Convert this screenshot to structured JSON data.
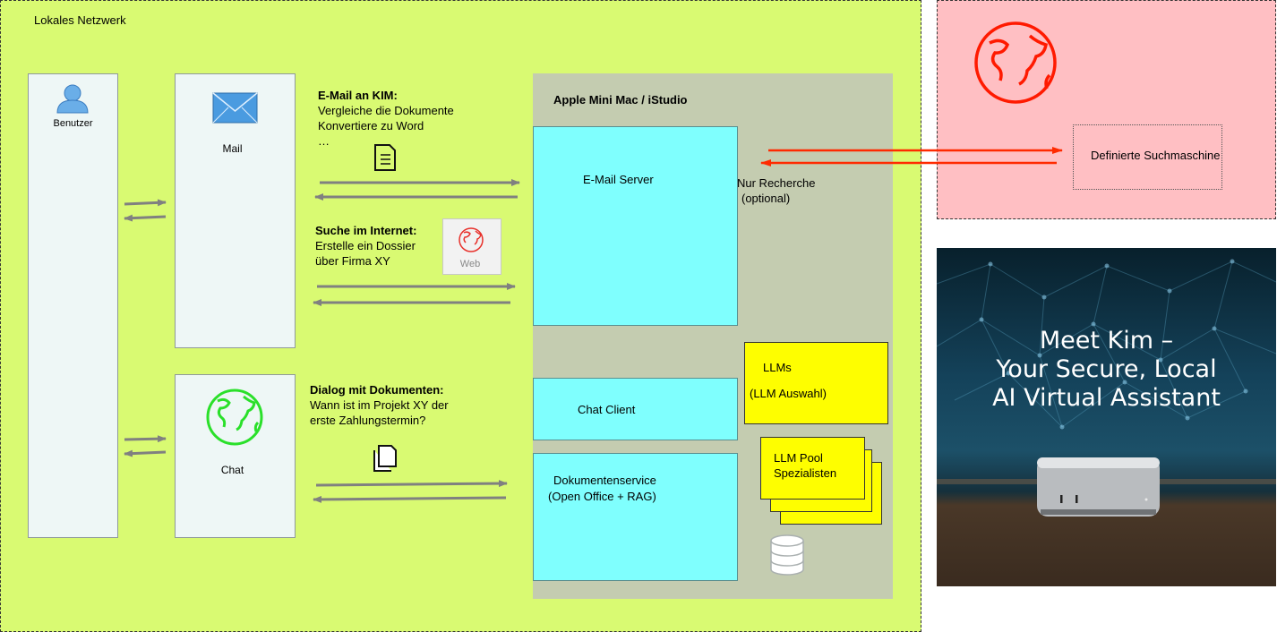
{
  "local_network": {
    "label": "Lokales Netzwerk"
  },
  "internet_zone": {
    "search_engine_label": "Definierte Suchmaschine"
  },
  "user": {
    "label": "Benutzer"
  },
  "mail_client": {
    "label": "Mail"
  },
  "chat_client_side": {
    "label": "Chat"
  },
  "web_badge": {
    "label": "Web"
  },
  "flows": {
    "email": {
      "heading": "E-Mail an KIM:",
      "lines": [
        "Vergleiche die Dokumente",
        "Konvertiere zu Word",
        "…"
      ]
    },
    "search": {
      "heading": "Suche im Internet:",
      "lines": [
        "Erstelle ein Dossier",
        "über Firma XY"
      ]
    },
    "dialog": {
      "heading": "Dialog mit Dokumenten:",
      "lines": [
        "Wann ist im Projekt XY der",
        "erste Zahlungstermin?"
      ]
    }
  },
  "server": {
    "title": "Apple Mini Mac / iStudio",
    "email_server": "E-Mail Server",
    "chat_client": "Chat Client",
    "doc_service": [
      "Dokumentenservice",
      "(Open Office + RAG)"
    ],
    "llms": [
      "LLMs",
      "(LLM Auswahl)"
    ],
    "llm_pool": [
      "LLM Pool",
      "Spezialisten"
    ],
    "research_note": [
      "Nur Recherche",
      "(optional)"
    ]
  },
  "promo": {
    "title_lines": [
      "Meet Kim –",
      "Your Secure, Local",
      "AI Virtual Assistant"
    ]
  },
  "colors": {
    "local_zone": "#d9fa72",
    "internet_zone": "#ffbfc3",
    "server": "#c4ccb0",
    "service_box": "#7ffffe",
    "llm_box": "#fefe00",
    "arrow_gray": "#808080",
    "arrow_red": "#ff2a00",
    "globe_red": "#ff1a00",
    "globe_green": "#22dd22",
    "mail_icon_blue": "#4a9be0"
  },
  "icons": [
    "user-icon",
    "envelope-icon",
    "document-icon",
    "globe-icon",
    "documents-icon",
    "database-icon"
  ]
}
